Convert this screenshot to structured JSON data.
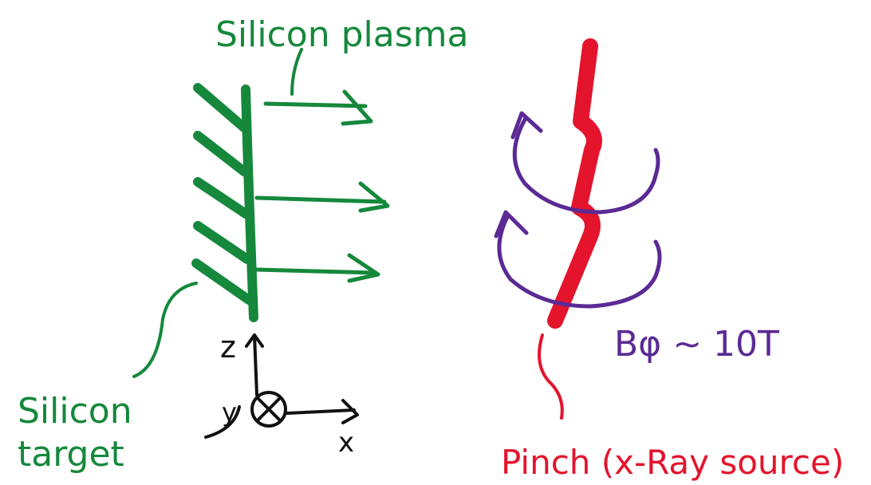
{
  "labels": {
    "plasma": "Silicon plasma",
    "target_line1": "Silicon",
    "target_line2": "target",
    "axis_z": "z",
    "axis_y": "y",
    "axis_x": "x",
    "field": "Bφ ~ 10T",
    "pinch": "Pinch (x-Ray source)"
  },
  "colors": {
    "green": "#15883c",
    "red": "#e3142c",
    "purple": "#5b2a95",
    "black": "#111111"
  }
}
